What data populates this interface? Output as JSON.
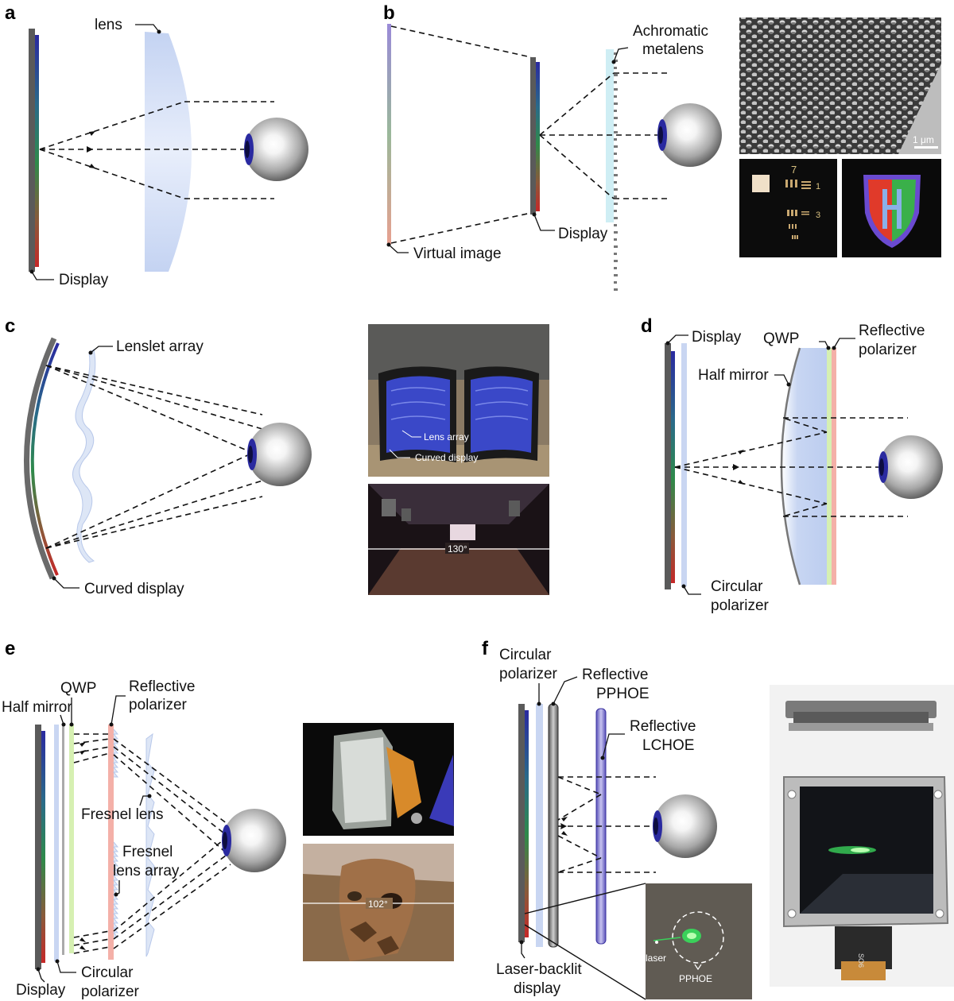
{
  "panels": {
    "a": {
      "letter": "a",
      "lens": "lens",
      "display": "Display"
    },
    "b": {
      "letter": "b",
      "metalens_line1": "Achromatic",
      "metalens_line2": "metalens",
      "display": "Display",
      "virtual_image": "Virtual image",
      "scale_bar": "1 μm",
      "chart_digits": [
        "7",
        "1",
        "3"
      ]
    },
    "c": {
      "letter": "c",
      "lenslet": "Lenslet array",
      "curved_display": "Curved display",
      "photo_lens_array": "Lens array",
      "photo_curved_display": "Curved display",
      "fov": "130°"
    },
    "d": {
      "letter": "d",
      "display": "Display",
      "qwp": "QWP",
      "refl_pol_line1": "Reflective",
      "refl_pol_line2": "polarizer",
      "half_mirror": "Half mirror",
      "circ_pol_line1": "Circular",
      "circ_pol_line2": "polarizer"
    },
    "e": {
      "letter": "e",
      "half_mirror": "Half mirror",
      "qwp": "QWP",
      "refl_pol_line1": "Reflective",
      "refl_pol_line2": "polarizer",
      "fresnel_lens": "Fresnel lens",
      "fresnel_array_line1": "Fresnel",
      "fresnel_array_line2": "lens array",
      "display": "Display",
      "circ_pol_line1": "Circular",
      "circ_pol_line2": "polarizer",
      "fov": "102°"
    },
    "f": {
      "letter": "f",
      "circ_pol_line1": "Circular",
      "circ_pol_line2": "polarizer",
      "pphoe_line1": "Reflective",
      "pphoe_line2": "PPHOE",
      "lchoe_line1": "Reflective",
      "lchoe_line2": "LCHOE",
      "laser_line1": "Laser-backlit",
      "laser_line2": "display",
      "photo_laser": "laser",
      "photo_pphoe": "PPHOE",
      "photo_device_code": "SO6"
    }
  },
  "colors": {
    "display_grey": "#5a5a5a",
    "spectrum_top": "#2a2aa0",
    "spectrum_mid": "#2e8a4a",
    "spectrum_bottom": "#c62828",
    "lens_blue": "#c9d6f2",
    "qwp_green": "#d6f0b2",
    "polarizer_pink": "#f4b0a8",
    "metalens_cyan": "#cfeef4"
  }
}
